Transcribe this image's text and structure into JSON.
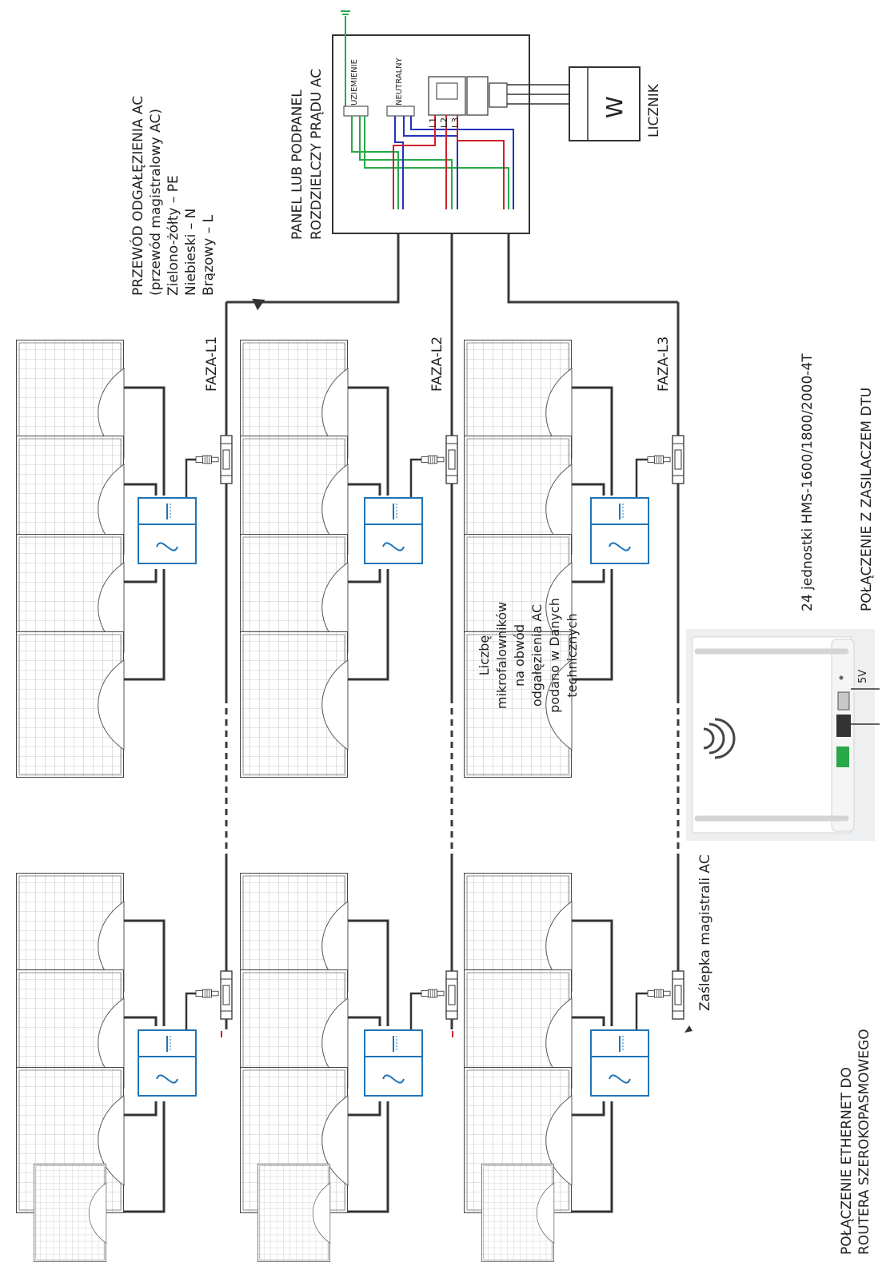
{
  "labels": {
    "branch_cable_title": "PRZEWÓD ODGAŁĘZIENIA AC",
    "branch_cable_sub": "(przewód magistralowy AC)",
    "wire_pe": "Zielono-żółty – PE",
    "wire_n": "Niebieski – N",
    "wire_l": "Brązowy – L",
    "panel_line1": "PANEL LUB PODPANEL",
    "panel_line2": "ROZDZIELCZY PRĄDU AC",
    "meter": "LICZNIK",
    "meter_symbol": "W",
    "ground": "UZIEMIENIE",
    "neutral": "NEUTRALNY",
    "l1": "L1",
    "l2": "L2",
    "l3": "L3",
    "phase_l1": "FAZA-L1",
    "phase_l2": "FAZA-L2",
    "phase_l3": "FAZA-L3",
    "note_line1": "Liczbę",
    "note_line2": "mikrofalowników",
    "note_line3": "na obwód",
    "note_line4": "odgałęzienia AC",
    "note_line5": "podano w Danych",
    "note_line6": "technicznych",
    "end_cap": "Zaślepka magistrali AC",
    "units_count": "24 jednostki HMS-1600/1800/2000-4T",
    "dtu_power": "POŁĄCZENIE Z ZASILACZEM DTU",
    "ethernet_line1": "POŁĄCZENIE ETHERNET DO",
    "ethernet_line2": "ROUTERA SZEROKOPASMOWEGO",
    "dtu_5v": "5V"
  },
  "colors": {
    "line": "#3a3a3a",
    "inverter_blue": "#1f74b8",
    "wire_red": "#d0202a",
    "wire_blue": "#2233bb",
    "wire_green": "#2aa84a",
    "dtu_bg": "#eeeff0"
  }
}
